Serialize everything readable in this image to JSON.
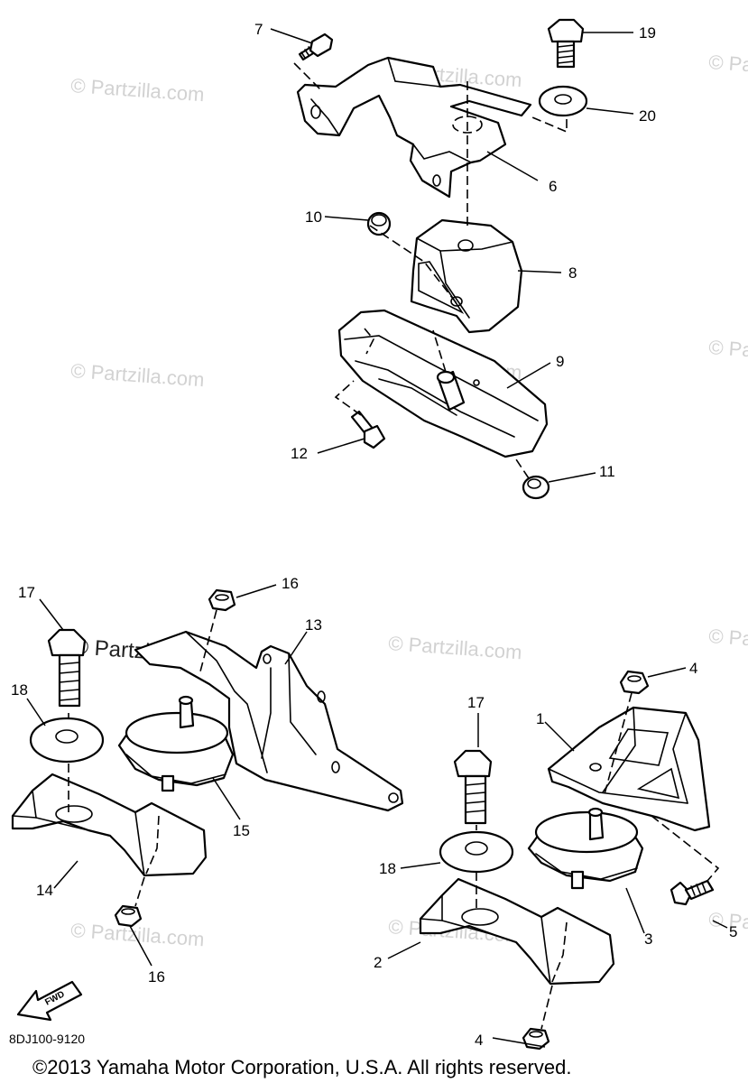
{
  "watermark": "© Partzilla.com",
  "callouts": {
    "c1": "1",
    "c2": "2",
    "c3": "3",
    "c4a": "4",
    "c4b": "4",
    "c5": "5",
    "c6": "6",
    "c7": "7",
    "c8": "8",
    "c9": "9",
    "c10": "10",
    "c11": "11",
    "c12": "12",
    "c13": "13",
    "c14": "14",
    "c15": "15",
    "c16a": "16",
    "c16b": "16",
    "c17a": "17",
    "c17b": "17",
    "c18a": "18",
    "c18b": "18",
    "c19": "19",
    "c20": "20"
  },
  "fwd_label": "FWD",
  "diagram_code": "8DJ100-9120",
  "copyright": "©2013  Yamaha Motor Corporation, U.S.A. All rights reserved."
}
